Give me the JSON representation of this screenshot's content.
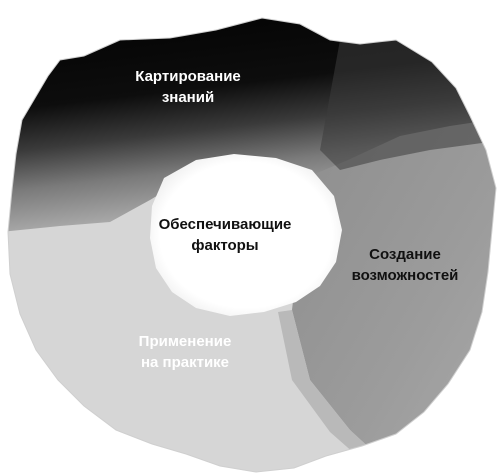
{
  "diagram": {
    "segments": {
      "knowledge_mapping": "Картирование\nзнаний",
      "capability_building": "Создание\nвозможностей",
      "practical_application": "Применение\nна практике"
    },
    "center": "Обеспечивающие\nфакторы"
  },
  "colors": {
    "background": "#ffffff",
    "mapping_dark": "#050505",
    "mapping_mid": "#6a6a6a",
    "capability": "#9a9a9a",
    "practice": "#d4d4d4",
    "center": "#ffffff"
  }
}
